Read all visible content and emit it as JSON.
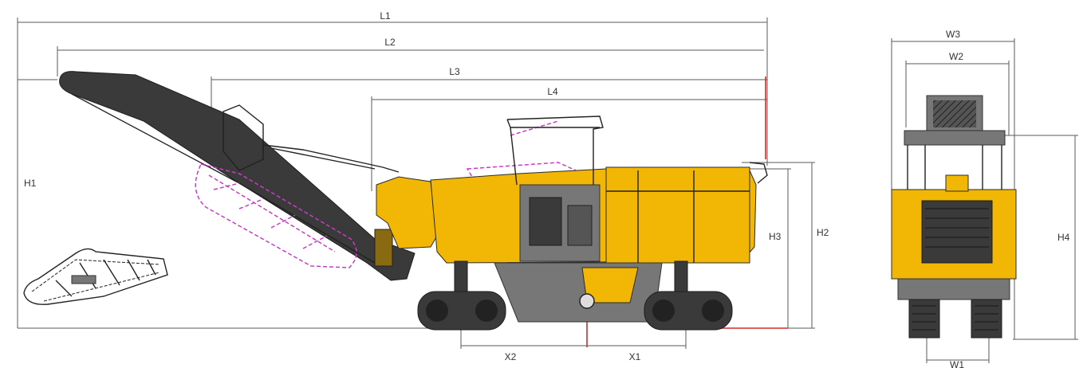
{
  "dimensions": {
    "length": [
      "L1",
      "L2",
      "L3",
      "L4"
    ],
    "height": [
      "H1",
      "H2",
      "H3",
      "H4"
    ],
    "width": [
      "W1",
      "W2",
      "W3"
    ],
    "axle": [
      "X1",
      "X2"
    ]
  },
  "colors": {
    "machine_body": "#f2b705",
    "machine_dark": "#3a3a3a",
    "alternate_position": "#c83cc8",
    "reference_line": "#d42a2a",
    "dimension_line": "#5a5a5a"
  }
}
